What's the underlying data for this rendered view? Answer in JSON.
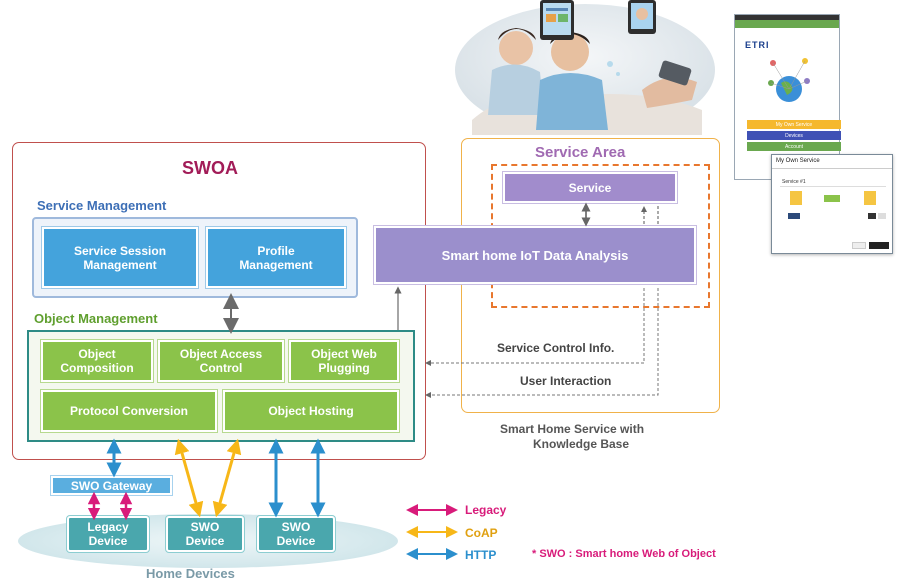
{
  "swoa": {
    "title": "SWOA",
    "service_management": {
      "label": "Service Management",
      "boxes": [
        "Service Session Management",
        "Profile Management"
      ]
    },
    "object_management": {
      "label": "Object Management",
      "boxes": [
        "Object Composition",
        "Object Access Control",
        "Object Web Plugging",
        "Protocol Conversion",
        "Object Hosting"
      ]
    }
  },
  "service_area": {
    "title": "Service Area",
    "service": "Service",
    "analysis": "Smart home IoT Data Analysis",
    "caption_line1": "Smart Home Service with",
    "caption_line2": "Knowledge Base"
  },
  "links": {
    "service_control": "Service Control Info.",
    "user_interaction": "User Interaction"
  },
  "home": {
    "gateway": "SWO Gateway",
    "devices": [
      "Legacy Device",
      "SWO Device",
      "SWO Device"
    ],
    "label": "Home Devices"
  },
  "legend": {
    "items": [
      {
        "label": "Legacy",
        "color": "#d81b7a"
      },
      {
        "label": "CoAP",
        "color": "#f7b718"
      },
      {
        "label": "HTTP",
        "color": "#2b8fcd"
      }
    ],
    "note": "* SWO : Smart home Web of Object"
  },
  "tablet": {
    "logo": "ETRI",
    "buttons": [
      {
        "label": "My Own Service",
        "color": "#f5b82e"
      },
      {
        "label": "Devices",
        "color": "#3f51b5"
      },
      {
        "label": "Account",
        "color": "#6aa84f"
      }
    ],
    "popup_title": "My Own Service",
    "popup_service": "Service #1"
  },
  "colors": {
    "swoa_border": "#c0504d",
    "service_area_border": "#f0b24a",
    "analysis": "#9b8fcc",
    "purple_service": "#a18ccc",
    "orange_dash": "#e8772e",
    "teal_border": "#2e8b86"
  }
}
